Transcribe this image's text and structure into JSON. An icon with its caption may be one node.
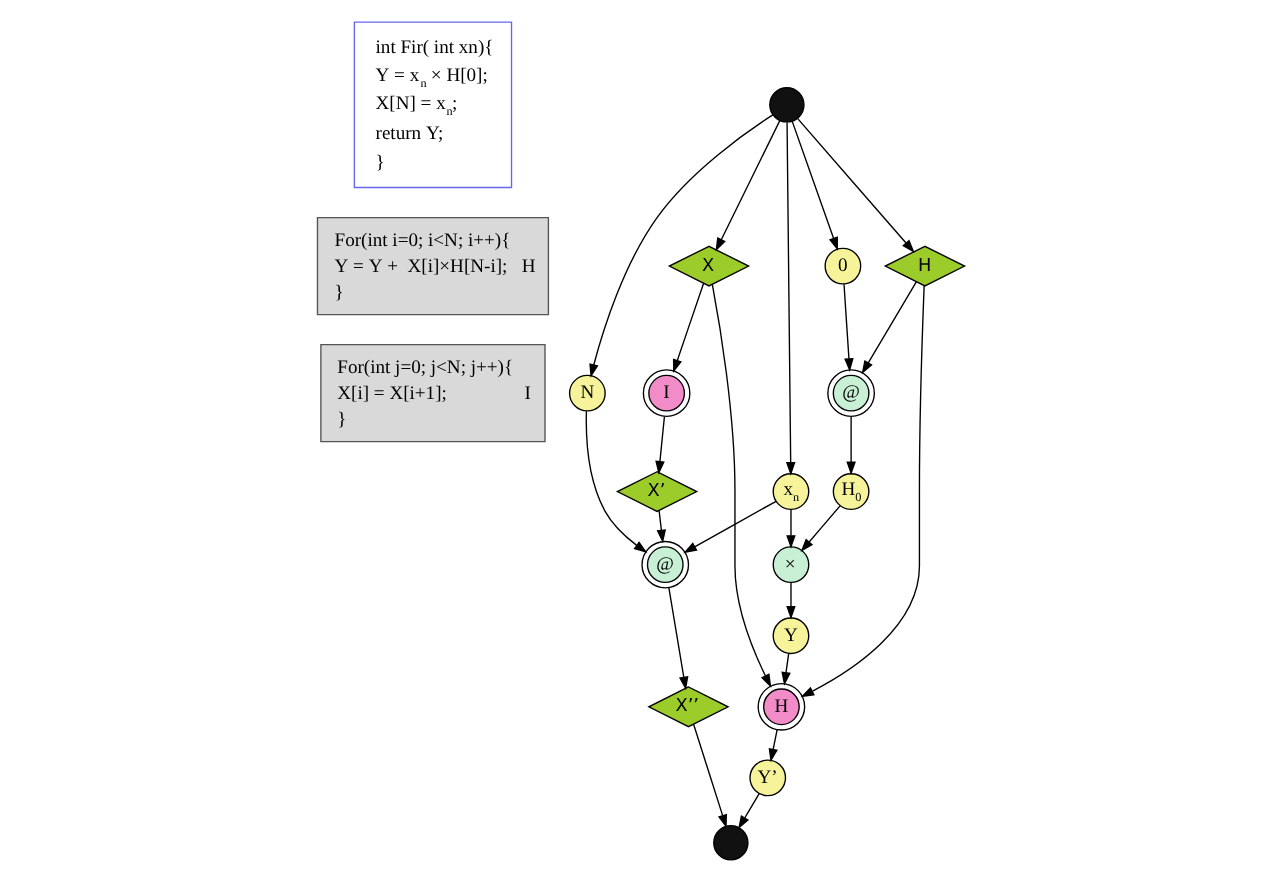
{
  "diagram": {
    "nodes": [
      {
        "text": [
          "int Fir( int xn){",
          "Y = x$_{n}$ × H[0];",
          "X[N] = x$_{n}$;",
          "return Y;",
          "}"
        ]
      },
      {
        "text": [
          "For(int i=0; i<N; i++){",
          "Y = Y +  X[i]×H[N-i];",
          "}",
          "H"
        ]
      },
      {
        "text": [
          "For(int j=0; j<N; j++){",
          "X[i] = X[i+1];",
          "}",
          "I"
        ]
      },
      {
        "text": [],
        "shape": "circle"
      },
      {
        "text": [
          "N"
        ]
      },
      {
        "text": [
          "X"
        ]
      },
      {
        "text": [
          "x$_{n}$"
        ]
      },
      {
        "text": [
          "0"
        ]
      },
      {
        "text": [
          "H"
        ]
      },
      {
        "text": [
          "@"
        ]
      },
      {
        "text": [
          "I"
        ]
      },
      {
        "text": [
          "H$_{0}$"
        ]
      },
      {
        "text": [
          "X’"
        ]
      },
      {
        "text": [
          "×"
        ]
      },
      {
        "text": [
          "@"
        ]
      },
      {
        "text": [
          "Y"
        ]
      },
      {
        "text": [
          "X’’"
        ]
      },
      {
        "text": [
          "H"
        ]
      },
      {
        "text": [
          "Y’"
        ]
      },
      {
        "text": [],
        "shape": "circle"
      }
    ],
    "edges": [
      {
        "from": 3,
        "to": 4,
        "arrow": "to"
      },
      {
        "from": 3,
        "to": 5,
        "arrow": "to"
      },
      {
        "from": 3,
        "to": 6,
        "arrow": "to"
      },
      {
        "from": 3,
        "to": 7,
        "arrow": "to"
      },
      {
        "from": 3,
        "to": 8,
        "arrow": "to"
      },
      {
        "from": 7,
        "to": 9,
        "arrow": "to"
      },
      {
        "from": 8,
        "to": 9,
        "arrow": "to"
      },
      {
        "from": 5,
        "to": 10,
        "arrow": "to"
      },
      {
        "from": 9,
        "to": 11,
        "arrow": "to"
      },
      {
        "from": 10,
        "to": 12,
        "arrow": "to"
      },
      {
        "from": 6,
        "to": 13,
        "arrow": "to"
      },
      {
        "from": 11,
        "to": 13,
        "arrow": "to"
      },
      {
        "from": 4,
        "to": 14,
        "arrow": "to"
      },
      {
        "from": 12,
        "to": 14,
        "arrow": "to"
      },
      {
        "from": 6,
        "to": 14,
        "arrow": "to"
      },
      {
        "from": 13,
        "to": 15,
        "arrow": "to"
      },
      {
        "from": 14,
        "to": 16,
        "arrow": "to"
      },
      {
        "from": 5,
        "to": 17,
        "arrow": "to"
      },
      {
        "from": 15,
        "to": 17,
        "arrow": "to"
      },
      {
        "from": 8,
        "to": 17,
        "arrow": "to"
      },
      {
        "from": 17,
        "to": 18,
        "arrow": "to"
      },
      {
        "from": 16,
        "to": 19,
        "arrow": "to"
      },
      {
        "from": 18,
        "to": 19,
        "arrow": "to"
      }
    ]
  }
}
